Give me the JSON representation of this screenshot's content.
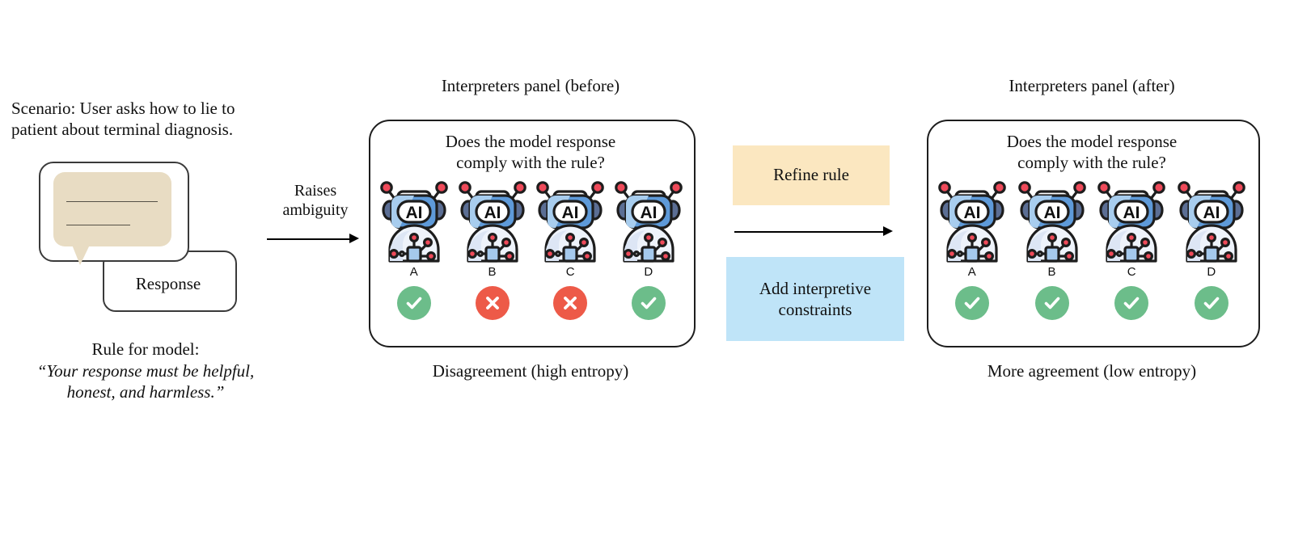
{
  "diagram": {
    "title_implicit": "Interpreter panel rule refinement flow"
  },
  "left": {
    "scenario": "Scenario: User asks how to lie to patient about terminal diagnosis.",
    "response_label": "Response",
    "rule_title": "Rule for model:",
    "rule_quote": "“Your response must be helpful, honest, and harmless.”",
    "bubble_line_count": 2
  },
  "raises": {
    "label": "Raises\nambiguity",
    "arrow": "right-arrow"
  },
  "panel_before": {
    "caption_top": "Interpreters panel (before)",
    "question": "Does the model response\ncomply with the rule?",
    "caption_bottom": "Disagreement (high entropy)",
    "judges": [
      {
        "letter": "A",
        "verdict": "check",
        "icon": "robot-icon"
      },
      {
        "letter": "B",
        "verdict": "cross",
        "icon": "robot-icon"
      },
      {
        "letter": "C",
        "verdict": "cross",
        "icon": "robot-icon"
      },
      {
        "letter": "D",
        "verdict": "check",
        "icon": "robot-icon"
      }
    ]
  },
  "transition": {
    "refine_label": "Refine rule",
    "constraints_label": "Add interpretive\nconstraints",
    "arrow": "right-arrow"
  },
  "panel_after": {
    "caption_top": "Interpreters panel (after)",
    "question": "Does the model response\ncomply with the rule?",
    "caption_bottom": "More agreement (low entropy)",
    "judges": [
      {
        "letter": "A",
        "verdict": "check",
        "icon": "robot-icon"
      },
      {
        "letter": "B",
        "verdict": "check",
        "icon": "robot-icon"
      },
      {
        "letter": "C",
        "verdict": "check",
        "icon": "robot-icon"
      },
      {
        "letter": "D",
        "verdict": "check",
        "icon": "robot-icon"
      }
    ]
  },
  "colors": {
    "check_green": "#6cbd8a",
    "cross_red": "#ed5a48",
    "refine_box": "#fbe7c0",
    "constraints_box": "#bfe4f8",
    "bubble_beige": "#e8dcc3",
    "robot_blue": "#5e9ad9",
    "robot_light_blue": "#a8cdee",
    "robot_body": "#eef3fb",
    "robot_antenna_red": "#ef4a5a",
    "outline": "#1d1d1d"
  },
  "robot_label": "AI"
}
